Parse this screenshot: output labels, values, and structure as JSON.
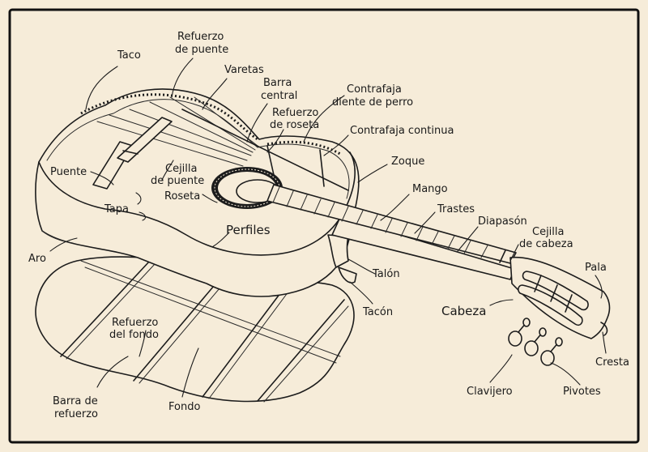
{
  "labels": {
    "taco": "Taco",
    "refuerzo_puente_1": "Refuerzo",
    "refuerzo_puente_2": "de puente",
    "varetas": "Varetas",
    "barra_central_1": "Barra",
    "barra_central_2": "central",
    "contrafaja_diente_1": "Contrafaja",
    "contrafaja_diente_2": "diente de perro",
    "refuerzo_roseta_1": "Refuerzo",
    "refuerzo_roseta_2": "de roseta",
    "contrafaja_continua": "Contrafaja continua",
    "zoque": "Zoque",
    "puente": "Puente",
    "cejilla_puente_1": "Cejilla",
    "cejilla_puente_2": "de puente",
    "mango": "Mango",
    "roseta": "Roseta",
    "trastes": "Trastes",
    "tapa": "Tapa",
    "diapason": "Diapasón",
    "cejilla_cabeza_1": "Cejilla",
    "cejilla_cabeza_2": "de cabeza",
    "perfiles": "Perfiles",
    "aro": "Aro",
    "pala": "Pala",
    "talon": "Talón",
    "tacon": "Tacón",
    "cabeza": "Cabeza",
    "refuerzo_fondo_1": "Refuerzo",
    "refuerzo_fondo_2": "del fondo",
    "cresta": "Cresta",
    "clavijero": "Clavijero",
    "pivotes": "Pivotes",
    "barra_refuerzo_1": "Barra de",
    "barra_refuerzo_2": "refuerzo",
    "fondo": "Fondo"
  },
  "colors": {
    "background": "#f6ecd9",
    "ink": "#1c1c1c",
    "frame": "#111111"
  }
}
